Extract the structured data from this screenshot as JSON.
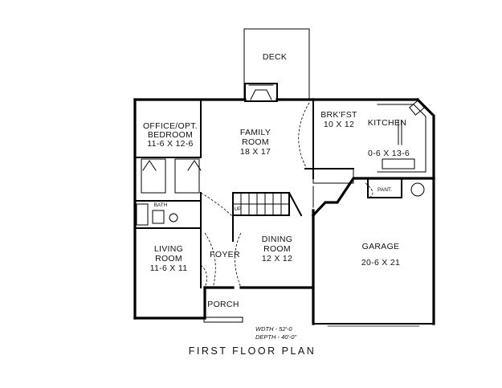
{
  "plan": {
    "title": "FIRST FLOOR PLAN",
    "width_note": "WDTH - 52'-0",
    "depth_note": "DEPTH - 40'-0\""
  },
  "rooms": {
    "deck": {
      "name": "DECK"
    },
    "office": {
      "name_line1": "OFFICE/OPT.",
      "name_line2": "BEDROOM",
      "size": "11-6 X 12-6"
    },
    "family": {
      "name_line1": "FAMILY",
      "name_line2": "ROOM",
      "size": "18 X 17"
    },
    "brkfst": {
      "name": "BRK'FST",
      "size": "10 X 12"
    },
    "kitchen": {
      "name": "KITCHEN",
      "size": "0-6 X 13-6"
    },
    "living": {
      "name_line1": "LIVING",
      "name_line2": "ROOM",
      "size": "11-6 X 11"
    },
    "foyer": {
      "name": "FOYER"
    },
    "dining": {
      "name_line1": "DINING",
      "name_line2": "ROOM",
      "size": "12 X 12"
    },
    "garage": {
      "name": "GARAGE",
      "size": "20-6 X 21"
    },
    "porch": {
      "name": "PORCH"
    },
    "bath": {
      "name": "BATH"
    },
    "pantry": {
      "name": "PANT."
    },
    "up": {
      "name": "UP"
    }
  }
}
